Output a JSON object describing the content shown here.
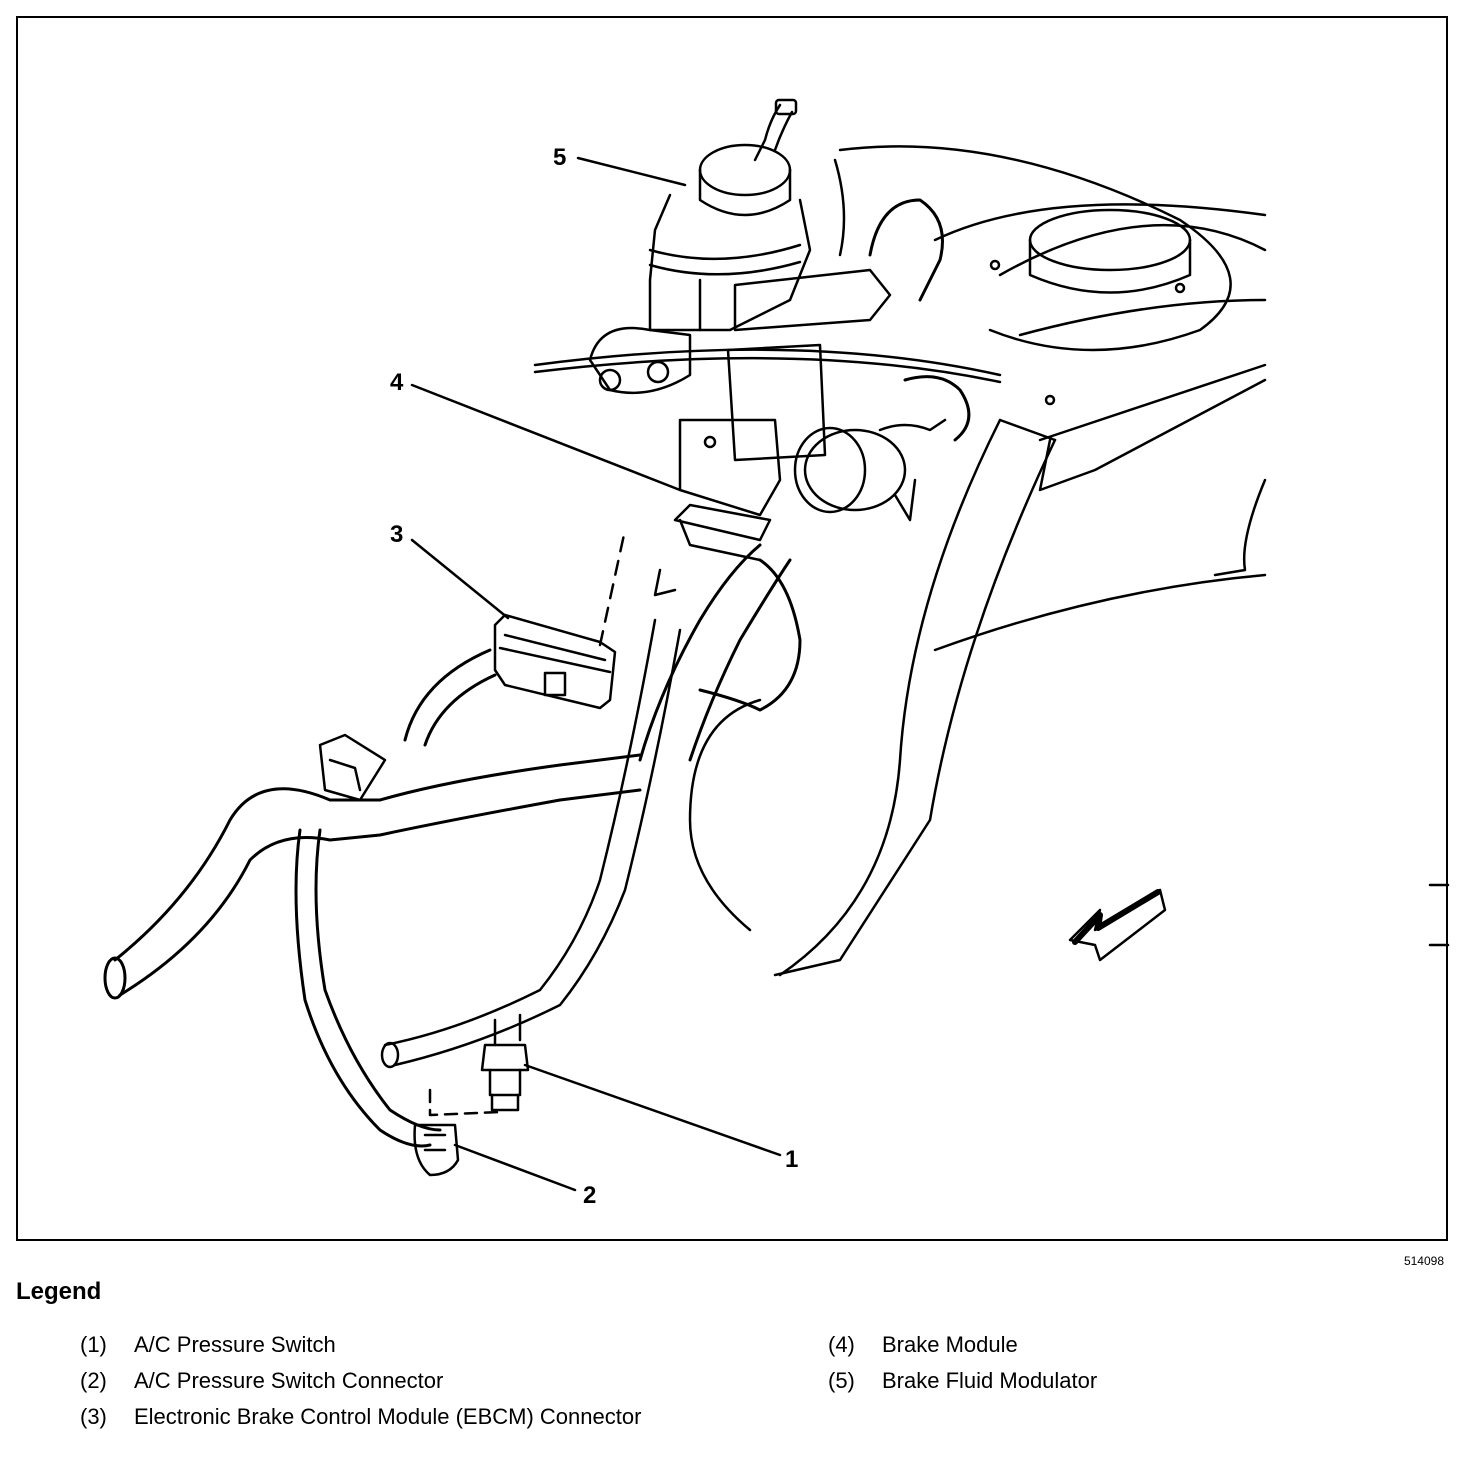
{
  "figure": {
    "id": "514098",
    "callouts": [
      "1",
      "2",
      "3",
      "4",
      "5"
    ]
  },
  "legend": {
    "title": "Legend",
    "items": [
      {
        "num": "(1)",
        "text": "A/C Pressure Switch"
      },
      {
        "num": "(2)",
        "text": "A/C Pressure Switch Connector"
      },
      {
        "num": "(3)",
        "text": "Electronic Brake Control Module (EBCM) Connector"
      },
      {
        "num": "(4)",
        "text": "Brake Module"
      },
      {
        "num": "(5)",
        "text": "Brake Fluid Modulator"
      }
    ]
  }
}
